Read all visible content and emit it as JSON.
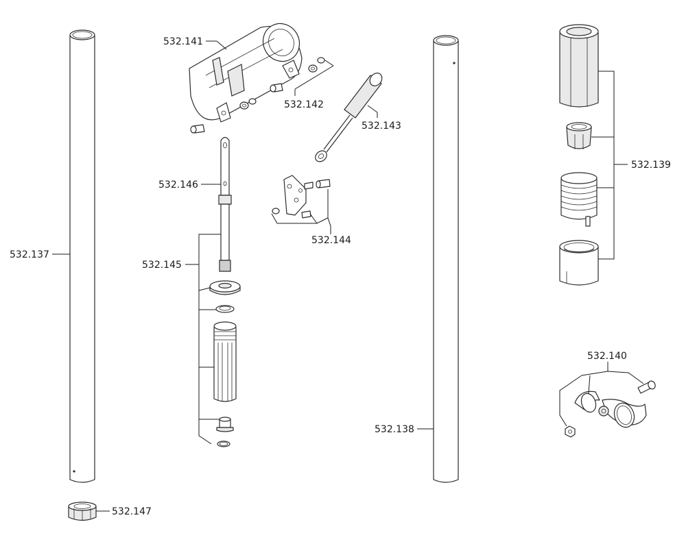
{
  "callouts": {
    "p137": "532.137",
    "p138": "532.138",
    "p139": "532.139",
    "p140": "532.140",
    "p141": "532.141",
    "p142": "532.142",
    "p143": "532.143",
    "p144": "532.144",
    "p145": "532.145",
    "p146": "532.146",
    "p147": "532.147"
  }
}
